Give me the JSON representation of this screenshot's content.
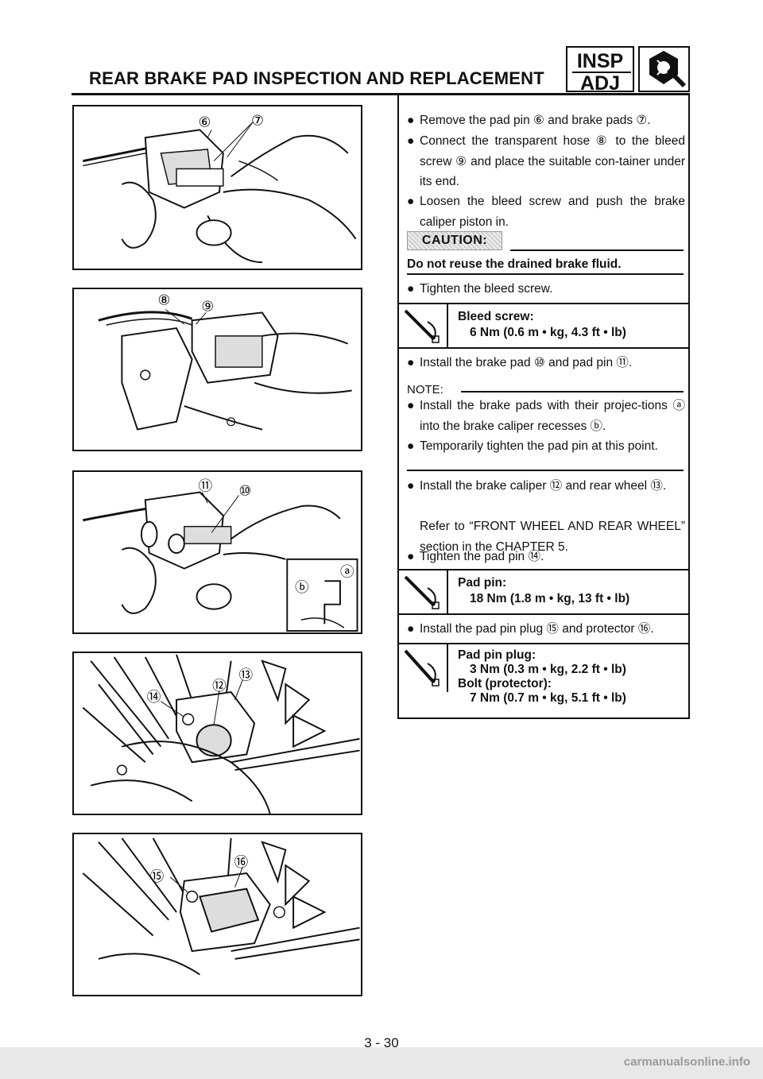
{
  "header": {
    "title": "REAR BRAKE PAD INSPECTION AND REPLACEMENT",
    "badge_top": "INSP",
    "badge_bottom": "ADJ",
    "badge_icon": "wrench-icon"
  },
  "figures": [
    {
      "callouts": [
        "⑥",
        "⑦"
      ]
    },
    {
      "callouts": [
        "⑧",
        "⑨"
      ]
    },
    {
      "callouts": [
        "⑪",
        "⑩",
        "ⓐ",
        "ⓑ"
      ]
    },
    {
      "callouts": [
        "⑭",
        "⑫",
        "⑬"
      ]
    },
    {
      "callouts": [
        "⑮",
        "⑯"
      ]
    }
  ],
  "steps": {
    "s1": "Remove the pad pin ⑥ and brake pads ⑦.",
    "s2": "Connect the transparent hose ⑧ to the bleed screw ⑨ and place the suitable con-tainer under its end.",
    "s3": "Loosen the bleed screw and push the brake caliper piston in.",
    "caution_label": "CAUTION:",
    "caution_text": "Do not reuse the drained brake fluid.",
    "s4": "Tighten the bleed screw.",
    "spec1_title": "Bleed screw:",
    "spec1_value": "6 Nm (0.6 m • kg, 4.3 ft • lb)",
    "s5": "Install the brake pad ⑩ and pad pin ⑪.",
    "note_label": "NOTE:",
    "n1": "Install the brake pads with their projec-tions ⓐ into the brake caliper recesses ⓑ.",
    "n2": "Temporarily tighten the pad pin at this point.",
    "s6": "Install the brake caliper ⑫ and rear wheel ⑬.",
    "s6b": "Refer to “FRONT WHEEL AND REAR WHEEL” section in the CHAPTER 5.",
    "s7": "Tighten the pad pin ⑭.",
    "spec2_title": "Pad pin:",
    "spec2_value": "18 Nm (1.8 m • kg, 13 ft • lb)",
    "s8": "Install the pad pin plug ⑮ and protector ⑯.",
    "spec3_title": "Pad pin plug:",
    "spec3_value": "3 Nm (0.3 m • kg, 2.2 ft • lb)",
    "spec3_title2": "Bolt (protector):",
    "spec3_value2": "7 Nm (0.7 m • kg, 5.1 ft • lb)"
  },
  "footer": {
    "page_number": "3 - 30",
    "watermark": "carmanualsonline.info"
  }
}
